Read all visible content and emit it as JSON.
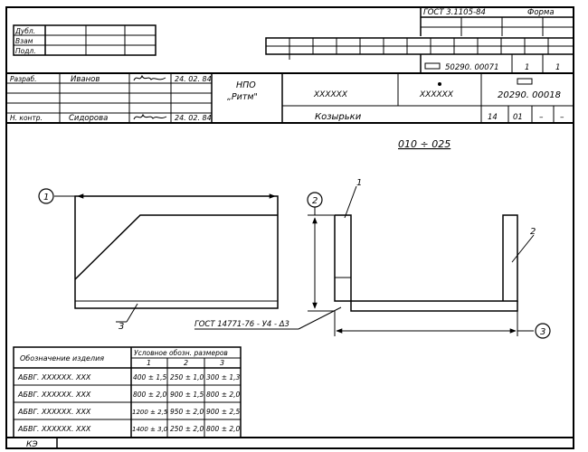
{
  "header": {
    "standard": "ГОСТ 3.1105-84",
    "form": "Форма"
  },
  "side_labels": [
    "Дубл.",
    "Взам",
    "Подл."
  ],
  "doc_code": "50290. 00071",
  "sheet_counts": [
    "1",
    "1"
  ],
  "people": {
    "developed_label": "Разраб.",
    "developed_name": "Иванов",
    "developed_date": "24. 02. 84",
    "control_label": "Н. контр.",
    "control_name": "Сидорова",
    "control_date": "24. 02. 84"
  },
  "org": {
    "line1": "НПО",
    "line2": "„Ритм\""
  },
  "codes": {
    "a": "XXXXXX",
    "b": "XXXXXX",
    "drawing_no": "20290. 00018"
  },
  "part_name": "Козырьки",
  "operation": {
    "code": "14",
    "num": "01",
    "dash1": "–",
    "dash2": "–"
  },
  "range_label": "010 ÷ 025",
  "callouts": [
    "1",
    "2",
    "3"
  ],
  "leader_labels": [
    "1",
    "2",
    "3"
  ],
  "weld_note": "ГОСТ 14771-76 - У4 - Δ3",
  "table": {
    "header_name": "Обозначение изделия",
    "header_dims": "Условное обозн. размеров",
    "cols": [
      "1",
      "2",
      "3"
    ],
    "rows": [
      {
        "name": "АБВГ. XXXXXX. XXX",
        "v1": "400 ± 1,5",
        "v2": "250 ± 1,0",
        "v3": "300 ± 1,3"
      },
      {
        "name": "АБВГ. XXXXXX. XXX",
        "v1": "800 ± 2,0",
        "v2": "900 ± 1,5",
        "v3": "800 ± 2,0"
      },
      {
        "name": "АБВГ. XXXXXX. XXX",
        "v1": "1200 ± 2,5",
        "v2": "950 ± 2,0",
        "v3": "900 ± 2,5"
      },
      {
        "name": "АБВГ. XXXXXX. XXX",
        "v1": "1400 ± 3,0",
        "v2": "250 ± 2,0",
        "v3": "800 ± 2,0"
      }
    ]
  },
  "footer": {
    "code": "КЭ"
  }
}
